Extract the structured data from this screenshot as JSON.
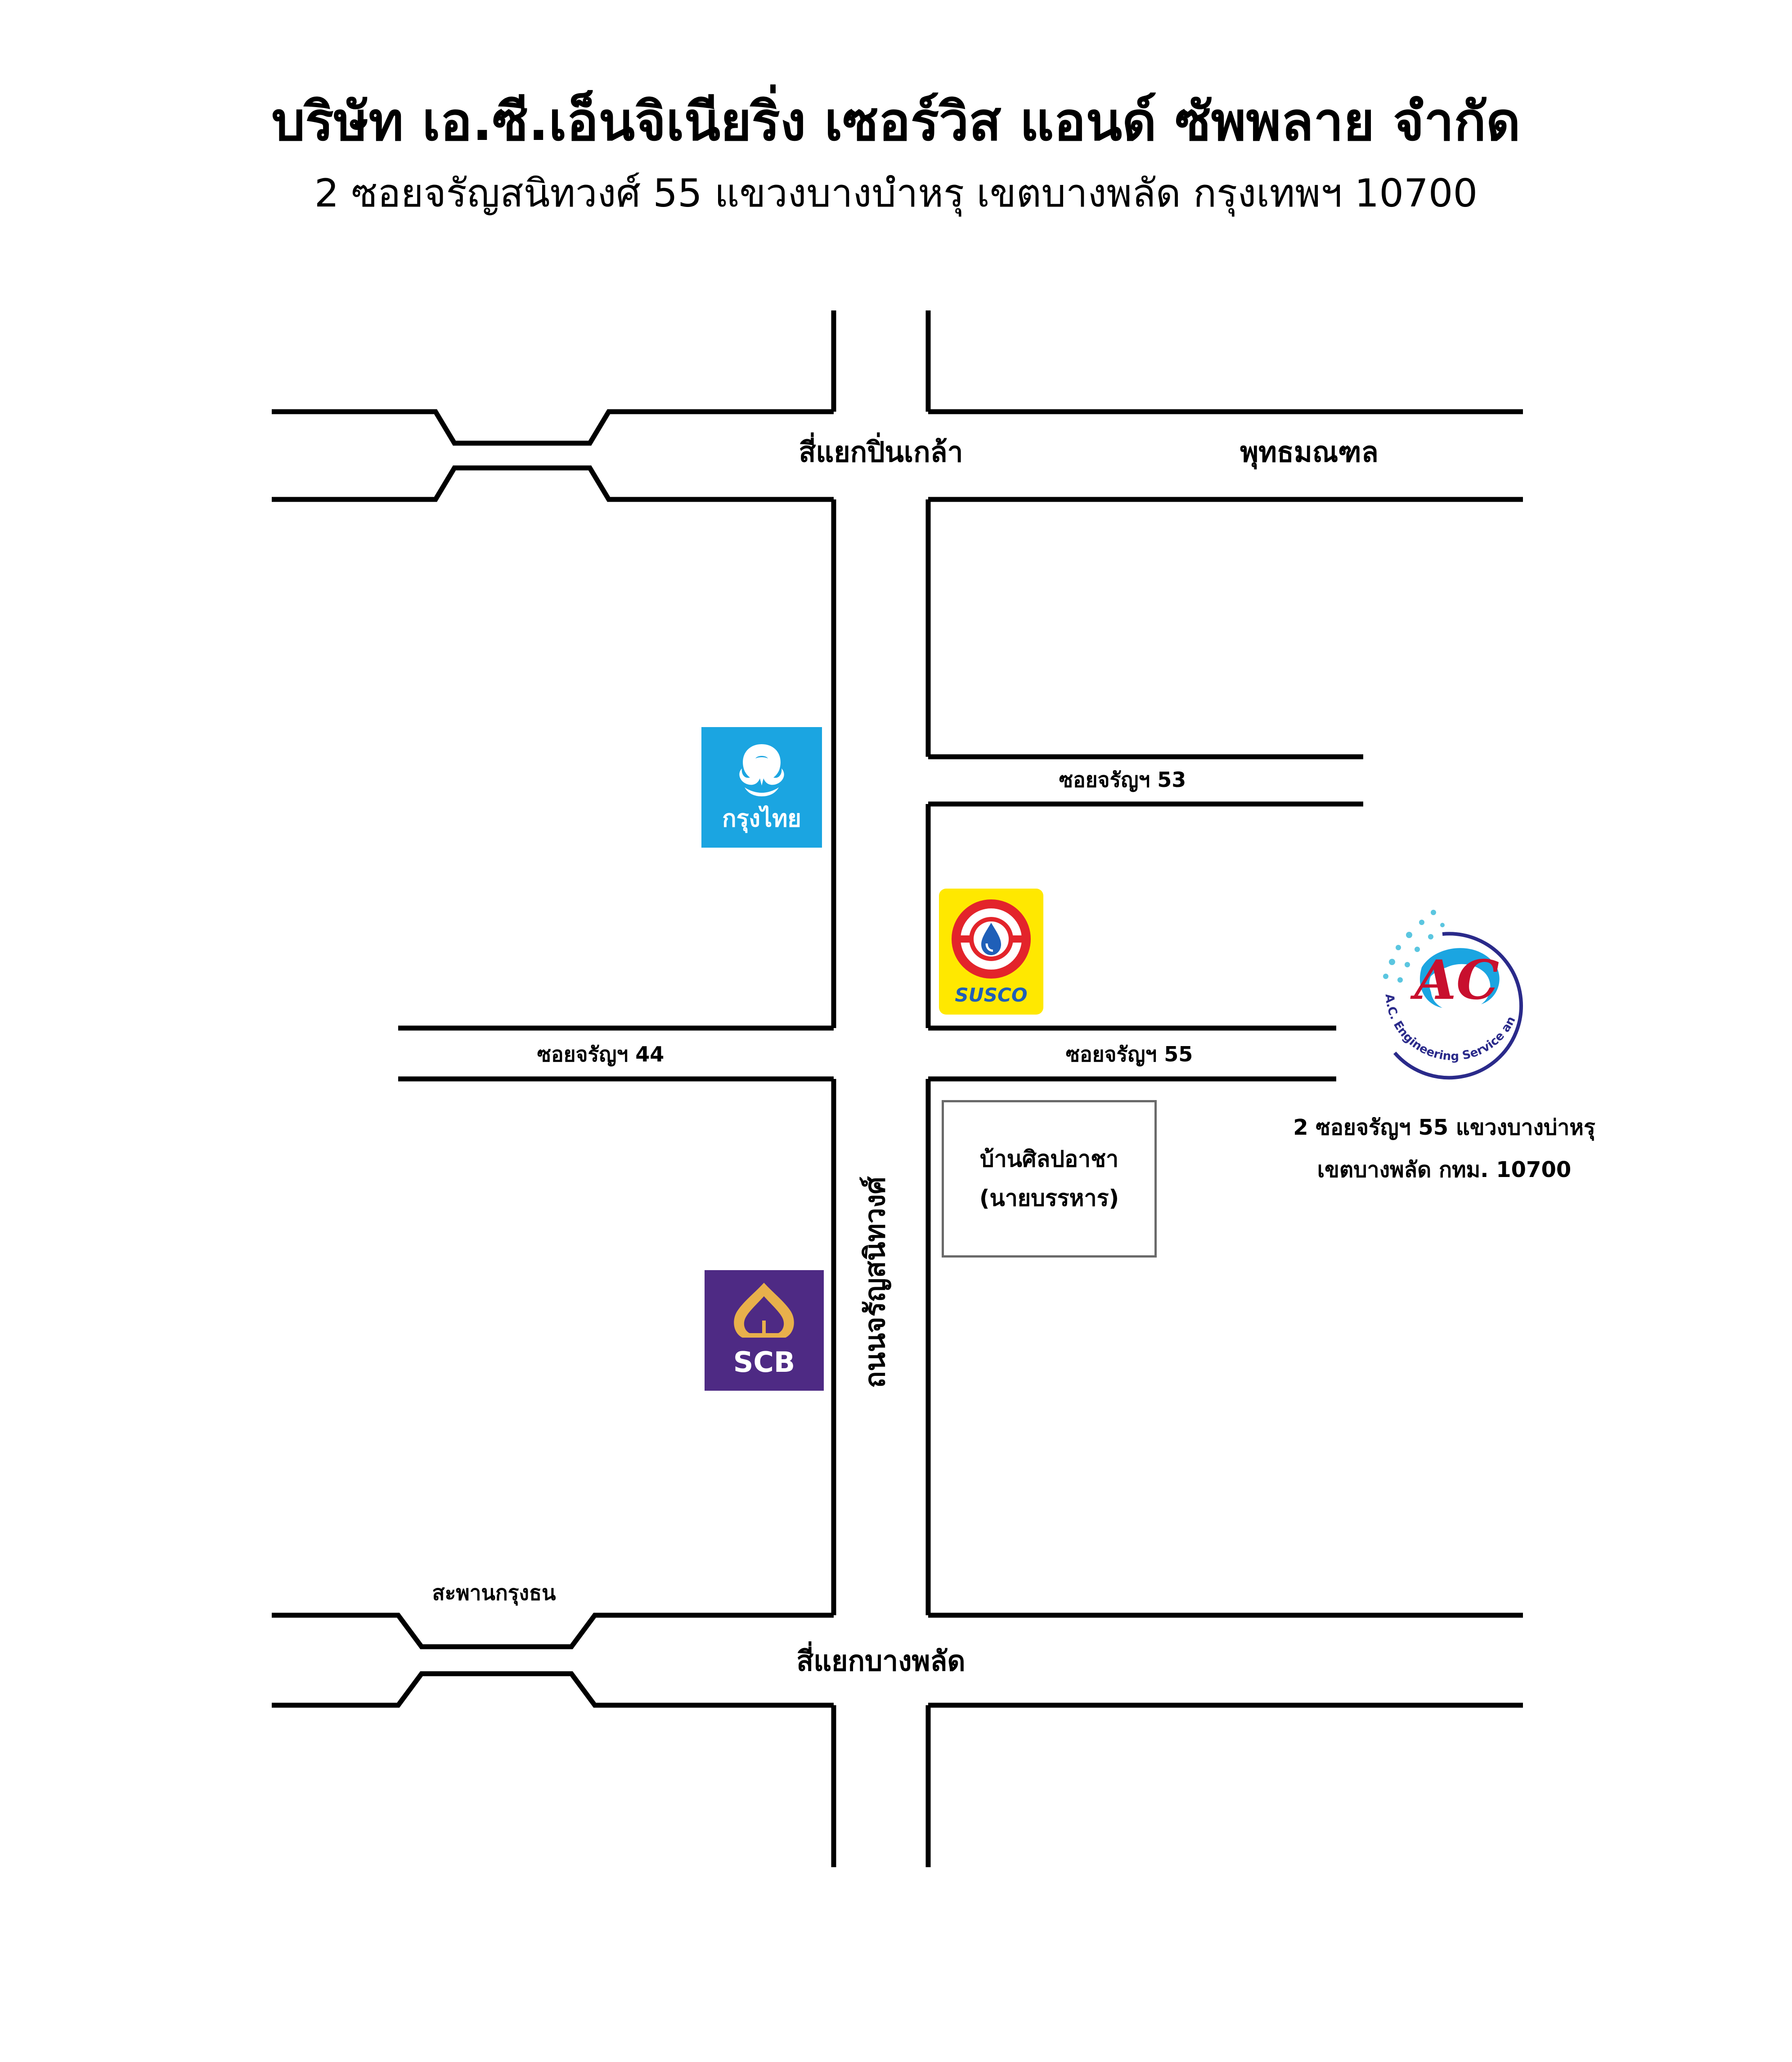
{
  "header": {
    "company_name": "บริษัท เอ.ซี.เอ็นจิเนียริ่ง เซอร์วิส แอนด์ ซัพพลาย จำกัด",
    "company_address": "2 ซอยจรัญสนิทวงศ์ 55 แขวงบางบำหรุ เขตบางพลัด กรุงเทพฯ 10700"
  },
  "map": {
    "top_intersection": "สี่แยกปิ่นเกล้า",
    "top_right_road": "พุทธมณฑล",
    "soi_53": "ซอยจรัญฯ 53",
    "soi_44": "ซอยจรัญฯ 44",
    "soi_55": "ซอยจรัญฯ 55",
    "main_road": "ถนนจรัญสนิทวงศ์",
    "bridge": "สะพานกรุงธน",
    "bottom_intersection": "สี่แยกบางพลัด",
    "landmark_line1": "บ้านศิลปอาชา",
    "landmark_line2": "(นายบรรหาร)",
    "road_color": "#000000"
  },
  "logos": {
    "krungthai": {
      "text": "กรุงไทย",
      "color": "#1ba5e1",
      "icon": "garuda-icon"
    },
    "susco": {
      "text": "SUSCO",
      "color": "#ffe800",
      "icon": "oil-drop-icon"
    },
    "scb": {
      "text": "SCB",
      "color": "#4e2a84",
      "icon": "lotus-icon"
    },
    "ac": {
      "text": "A.C. Engineering Service and Supply Co., Ltd.",
      "monogram": "AC",
      "ring_color": "#2a2a8a",
      "accent_color": "#c8102e",
      "icon": "snowflake-icon"
    }
  },
  "destination": {
    "address_line1": "2 ซอยจรัญฯ 55 แขวงบางบ่าหรุ",
    "address_line2": "เขตบางพลัด กทม. 10700"
  }
}
